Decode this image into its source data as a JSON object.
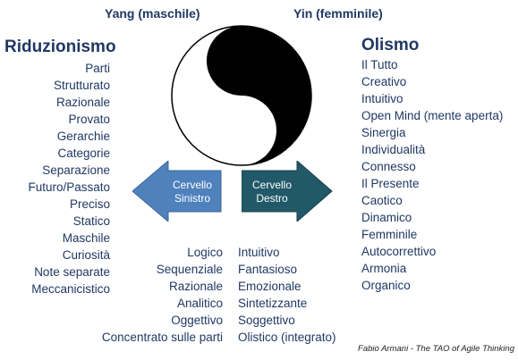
{
  "header": {
    "yang": "Yang (maschile)",
    "yin": "Yin (femminile)"
  },
  "left": {
    "title": "Riduzionismo",
    "items": [
      "Parti",
      "Strutturato",
      "Razionale",
      "Provato",
      "Gerarchie",
      "Categorie",
      "Separazione",
      "Futuro/Passato",
      "Preciso",
      "Statico",
      "Maschile",
      "Curiosità",
      "Note separate",
      "Meccanicistico"
    ]
  },
  "right": {
    "title": "Olismo",
    "items": [
      "Il Tutto",
      "Creativo",
      "Intuitivo",
      "Open Mind (mente aperta)",
      "Sinergia",
      "Individualità",
      "Connesso",
      "Il Presente",
      "Caotico",
      "Dinamico",
      "Femminile",
      "Autocorrettivo",
      "Armonia",
      "Organico"
    ]
  },
  "arrows": {
    "left": {
      "line1": "Cervello",
      "line2": "Sinistro",
      "color": "#4f81bd"
    },
    "right": {
      "line1": "Cervello",
      "line2": "Destro",
      "color": "#215968"
    }
  },
  "center_left": {
    "items": [
      "Logico",
      "Sequenziale",
      "Razionale",
      "Analitico",
      "Oggettivo",
      "Concentrato sulle parti"
    ]
  },
  "center_right": {
    "items": [
      "Intuitivo",
      "Fantasioso",
      "Emozionale",
      "Sintetizzante",
      "Soggettivo",
      "Olistico (integrato)"
    ]
  },
  "symbol": {
    "icon": "yin-yang-icon",
    "dark": "#000000",
    "light": "#ffffff"
  },
  "credit": "Fabio Armani - The TAO of Agile Thinking",
  "colors": {
    "text": "#1f3864"
  }
}
